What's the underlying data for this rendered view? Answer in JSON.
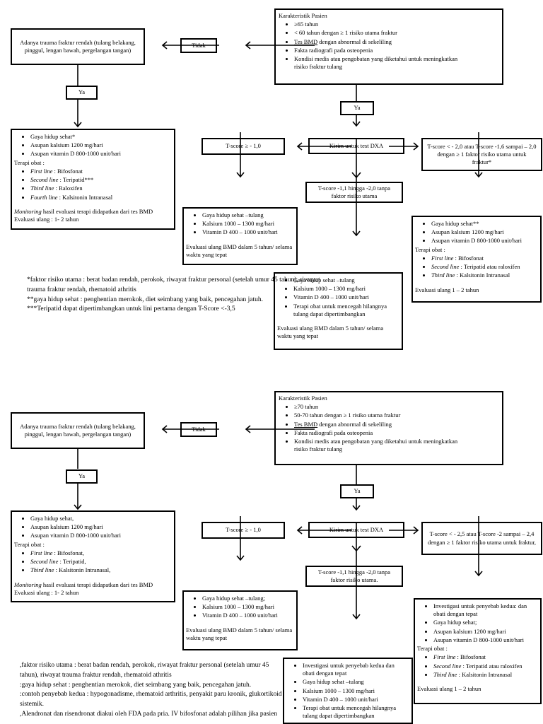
{
  "chart1": {
    "trauma": "Adanya trauma fraktur rendah (tulang belakang, pinggul, lengan bawah, pergelangan tangan)",
    "tidak": "Tidak",
    "ya_left": "Ya",
    "ya_center": "Ya",
    "karakteristik": {
      "title": "Karakteristik Pasien",
      "items": [
        "≥65 tahun",
        "< 60 tahun dengan ≥ 1 risiko utama fraktur",
        {
          "u": "Tes BMD",
          "text": " dengan abnormal di sekeliling"
        },
        "Fakta radiografi pada osteopenia",
        "Kondisi medis atau pengobatan yang diketahui untuk meningkatkan risiko fraktur tulang"
      ]
    },
    "left_treatment": {
      "items": [
        "Gaya hidup sehat*",
        "Asupan kalsium  1200 mg/hari",
        "Asupan vitamin D 800-1000 unit/hari"
      ],
      "terapi_label": "Terapi obat :",
      "terapi_items": [
        {
          "em": "First line",
          "text": " : Bifosfonat"
        },
        {
          "em": "Second line",
          "text": " : Teripatid***"
        },
        {
          "em": "Third line",
          "text": " : Raloxifen"
        },
        {
          "em": "Fourth line",
          "text": " : Kalsitonin Intranasal"
        }
      ],
      "footer": [
        {
          "em": "Monitoring",
          "text": " hasil evaluasi terapi didapatkan dari tes BMD"
        },
        "Evaluasi ulang : 1- 2 tahun"
      ]
    },
    "tscore_ge": "T-score  ≥ - 1,0",
    "dxa": "Kirim untuk test DXA",
    "tscore_right": "T-score < - 2,0 atau T-score  -1,6 sampai – 2,0 dengan ≥  1 faktor risiko utama untuk fraktur*",
    "tscore_mid": "T-score -1,1 hingga -2,0 tanpa faktor risiko utama",
    "mid_left": {
      "items": [
        "Gaya hidup sehat –tulang",
        "Kalsium  1000 – 1300 mg/hari",
        "Vitamin D 400 – 1000 unit/hari"
      ],
      "footer": [
        "Evaluasi ulang BMD dalam  5 tahun/ selama waktu yang tepat"
      ]
    },
    "mid_bottom": {
      "items": [
        "Gaya hidup sehat –tulang",
        "Kalsium  1000 – 1300 mg/hari",
        "Vitamin D 400 – 1000 unit/hari",
        "Terapi obat untuk mencegah hilangnya tulang dapat dipertimbangkan"
      ],
      "footer": [
        "Evaluasi ulang BMD dalam  5 tahun/ selama waktu yang tepat"
      ]
    },
    "right_treatment": {
      "items": [
        "Gaya hidup sehat**",
        "Asupan kalsium  1200 mg/hari",
        "Asupan vitamin D 800-1000 unit/hari"
      ],
      "terapi_label": "Terapi obat :",
      "terapi_items": [
        {
          "em": "First line",
          "text": " : Bifosfonat"
        },
        {
          "em": "Second line",
          "text": " : Teripatid atau raloxifen"
        },
        {
          "em": "Third line",
          "text": " : Kalsitonin Intranasal"
        }
      ],
      "footer": [
        "Evaluasi ulang  1 – 2 tahun"
      ]
    },
    "footnotes": [
      "*faktor risiko utama  : berat badan rendah, perokok, riwayat fraktur personal (setelah umur 45 tahun), riwayat trauma fraktur rendah, rhematoid athritis",
      "**gaya hidup sehat : penghentian merokok, diet seimbang yang baik, pencegahan jatuh.",
      "***Teripatid dapat dipertimbangkan untuk lini pertama dengan T-Score <-3,5"
    ]
  },
  "chart2": {
    "trauma": "Adanya trauma fraktur rendah (tulang belakang, pinggul, lengan bawah, pergelangan tangan)",
    "tidak": "Tidak",
    "ya_left": "Ya",
    "ya_center": "Ya",
    "karakteristik": {
      "title": "Karakteristik Pasien",
      "items": [
        "≥70 tahun",
        "50-70 tahun dengan ≥ 1 risiko utama fraktur",
        {
          "u": "Tes BMD",
          "text": " dengan abnormal di sekeliling"
        },
        "Fakta radiografi pada osteopenia",
        "Kondisi medis atau pengobatan yang diketahui untuk meningkatkan risiko fraktur tulang"
      ]
    },
    "left_treatment": {
      "items": [
        "Gaya hidup sehat,",
        "Asupan kalsium  1200 mg/hari",
        "Asupan vitamin D 800-1000 unit/hari"
      ],
      "terapi_label": "Terapi obat :",
      "terapi_items": [
        {
          "em": "First line",
          "text": " : Bifosfonat,"
        },
        {
          "em": "Second line",
          "text": " : Teripatid,"
        },
        {
          "em": "Third line",
          "text": " : Kalsitonin Intranasal,"
        }
      ],
      "footer": [
        {
          "em": "Monitoring",
          "text": " hasil evaluasi terapi didapatkan dari tes BMD"
        },
        "Evaluasi ulang : 1- 2 tahun"
      ]
    },
    "tscore_ge": "T-score  ≥ - 1,0",
    "dxa": "Kirim untuk test DXA",
    "tscore_right": "T-score < - 2,5 atau T-score  -2 sampai – 2,4 dengan ≥  1 faktor risiko utama untuk fraktur,",
    "tscore_mid": "T-score -1,1 hingga -2,0 tanpa faktor risiko utama.",
    "mid_left": {
      "items": [
        "Gaya hidup sehat –tulang;",
        "Kalsium  1000 – 1300 mg/hari",
        "Vitamin D 400 – 1000 unit/hari"
      ],
      "footer": [
        "Evaluasi ulang BMD dalam  5 tahun/ selama waktu yang tepat"
      ]
    },
    "mid_bottom": {
      "items": [
        "Investigasi untuk penyebab kedua dan obati dengan tepat",
        "Gaya hidup sehat –tulang",
        "Kalsium  1000 – 1300 mg/hari",
        "Vitamin D 400 – 1000 unit/hari",
        "Terapi obat untuk mencegah hilangnya tulang dapat dipertimbangkan"
      ],
      "footer": []
    },
    "right_treatment": {
      "items": [
        "Investigasi untuk penyebab kedua: dan obati dengan tepat",
        "Gaya hidup sehat;",
        "Asupan kalsium  1200 mg/hari",
        "Asupan vitamin D 800-1000 unit/hari"
      ],
      "terapi_label": "Terapi obat :",
      "terapi_items": [
        {
          "em": "First line",
          "text": " : Bifosfonat"
        },
        {
          "em": "Second line",
          "text": " : Teripatid atau raloxifen"
        },
        {
          "em": "Third line",
          "text": " : Kalsitonin Intranasal"
        }
      ],
      "footer": [
        "Evaluasi ulang  1 – 2 tahun"
      ]
    },
    "footnotes": [
      ",faktor risiko utama : berat badan rendah, perokok, riwayat fraktur personal (setelah umur 45 tahun), riwayat trauma fraktur rendah, rhematoid athritis",
      ":gaya hidup sehat : penghentian merokok, diet seimbang yang baik, pencegahan jatuh.",
      ":contoh penyebab kedua : hypogonadisme, rhematoid arthritis, penyakit paru kronik, glukortikoid sistemik.",
      ",Alendronat dan risendronat diakui oleh FDA pada pria. IV bifosfonat adalah pilihan jika pasien"
    ]
  }
}
